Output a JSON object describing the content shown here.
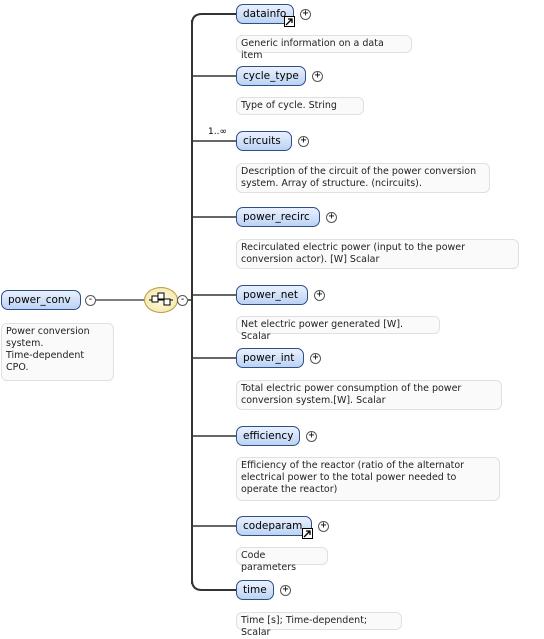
{
  "root": {
    "name": "power_conv",
    "toggle": "-",
    "description": "Power conversion\nsystem.\nTime-dependent\nCPO."
  },
  "sequence": {
    "icon": "sequence-compositor-icon",
    "toggle": "-"
  },
  "children": [
    {
      "name": "datainfo",
      "toggle": "+",
      "reference": true,
      "cardinality": "",
      "description": "Generic information on a data item"
    },
    {
      "name": "cycle_type",
      "toggle": "+",
      "reference": false,
      "cardinality": "",
      "description": "Type of cycle. String"
    },
    {
      "name": "circuits",
      "toggle": "+",
      "reference": false,
      "cardinality": "1..∞",
      "description": "Description of the circuit of the power conversion\nsystem. Array of structure. (ncircuits)."
    },
    {
      "name": "power_recirc",
      "toggle": "+",
      "reference": false,
      "cardinality": "",
      "description": "Recirculated electric power (input to the power\nconversion actor). [W] Scalar"
    },
    {
      "name": "power_net",
      "toggle": "+",
      "reference": false,
      "cardinality": "",
      "description": "Net electric power generated [W]. Scalar"
    },
    {
      "name": "power_int",
      "toggle": "+",
      "reference": false,
      "cardinality": "",
      "description": "Total electric power consumption of the power\nconversion system.[W]. Scalar"
    },
    {
      "name": "efficiency",
      "toggle": "+",
      "reference": false,
      "cardinality": "",
      "description": "Efficiency of the reactor (ratio of the alternator\nelectrical power to the total power needed to\noperate the reactor)"
    },
    {
      "name": "codeparam",
      "toggle": "+",
      "reference": true,
      "cardinality": "",
      "description": "Code parameters"
    },
    {
      "name": "time",
      "toggle": "+",
      "reference": false,
      "cardinality": "",
      "description": "Time [s]; Time-dependent; Scalar"
    }
  ]
}
